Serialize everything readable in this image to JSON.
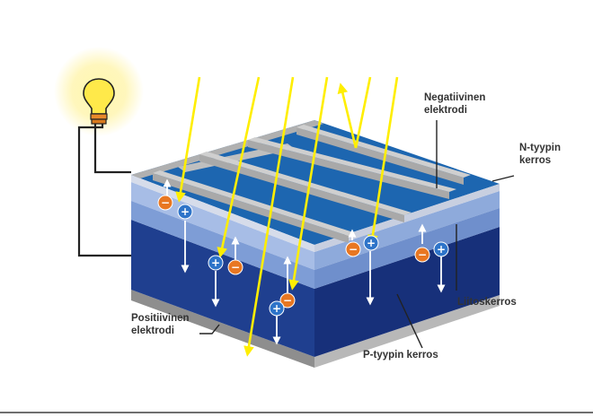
{
  "labels": {
    "negative_electrode": [
      "Negatiivinen",
      "elektrodi"
    ],
    "n_layer": [
      "N-tyypin",
      "kerros"
    ],
    "junction": "Liitoskerros",
    "positive_electrode": [
      "Positiivinen",
      "elektrodi"
    ],
    "p_layer": "P-tyypin kerros"
  },
  "icons": {
    "bulb": "light-bulb-icon",
    "electron": "minus-charge-icon",
    "hole": "plus-charge-icon"
  },
  "signs": {
    "minus": "−",
    "plus": "+"
  },
  "colors": {
    "p_front": "#1f3f8f",
    "p_right": "#17307a",
    "n_layer": "#9fb6e3",
    "top_surface": "#1d66b0",
    "electrode_metal": "#9c9c9c",
    "ray": "#ffee00",
    "electron": "#e87722",
    "hole": "#2e74c9",
    "wire": "#222222",
    "glow": "#fff3a0"
  }
}
